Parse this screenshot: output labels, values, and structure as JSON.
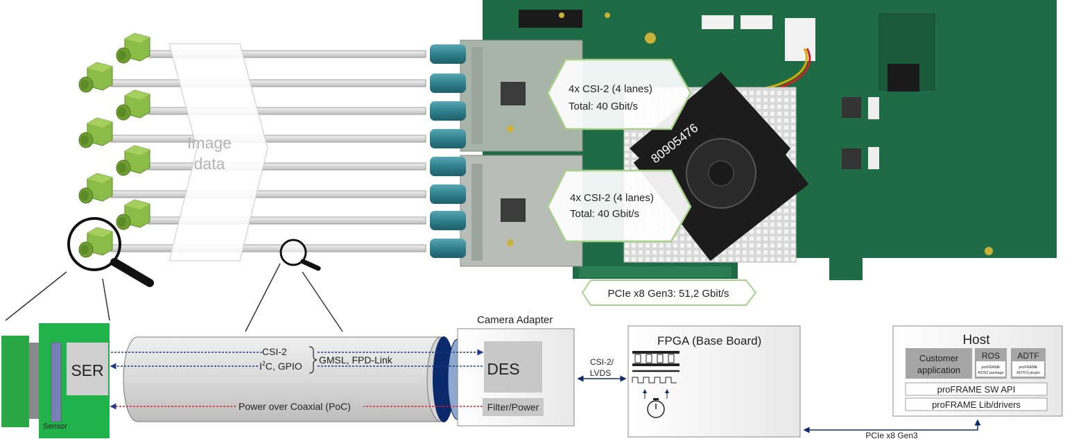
{
  "top": {
    "image_data_label_line1": "Image",
    "image_data_label_line2": "data",
    "csi_callout_1": {
      "line1": "4x CSI-2 (4 lanes)",
      "line2": "Total: 40 Gbit/s"
    },
    "csi_callout_2": {
      "line1": "4x CSI-2 (4 lanes)",
      "line2": "Total: 40 Gbit/s"
    },
    "pcie_callout": "PCIe x8 Gen3: 51,2 Gbit/s",
    "heatsink_text": "80905476"
  },
  "bottom": {
    "ser_label": "SER",
    "sensor_label": "Sensor",
    "cable": {
      "csi_label": "CSI-2",
      "i2c_prefix": "I",
      "i2c_superscript": "2",
      "i2c_suffix": "C, GPIO",
      "gmsl_label": "GMSL, FPD-Link",
      "poc_label": "Power over Coaxial (PoC)"
    },
    "camera_adapter": {
      "title": "Camera Adapter",
      "des_label": "DES",
      "filter_label": "Filter/Power"
    },
    "link_label_line1": "CSI-2/",
    "link_label_line2": "LVDS",
    "fpga_title": "FPGA (Base Board)",
    "host": {
      "title": "Host",
      "customer_app_line1": "Customer",
      "customer_app_line2": "application",
      "ros_label": "ROS",
      "ros_sub_line1": "proFRAME",
      "ros_sub_line2": "ROS2 package",
      "adtf_label": "ADTF",
      "adtf_sub_line1": "proFRAME",
      "adtf_sub_line2": "ADTF3 plugin",
      "sw_api": "proFRAME SW API",
      "lib_drivers": "proFRAME Lib/drivers"
    },
    "pcie_link_label": "PCIe x8 Gen3"
  },
  "colors": {
    "pcb_green": "#1f6b45",
    "camera_green": "#7aa83a",
    "ser_green": "#22b24c",
    "callout_border": "#a8d08d",
    "navy": "#0b2a6b",
    "poc_red": "#e02020",
    "signal_blue": "#1f3a8a"
  }
}
